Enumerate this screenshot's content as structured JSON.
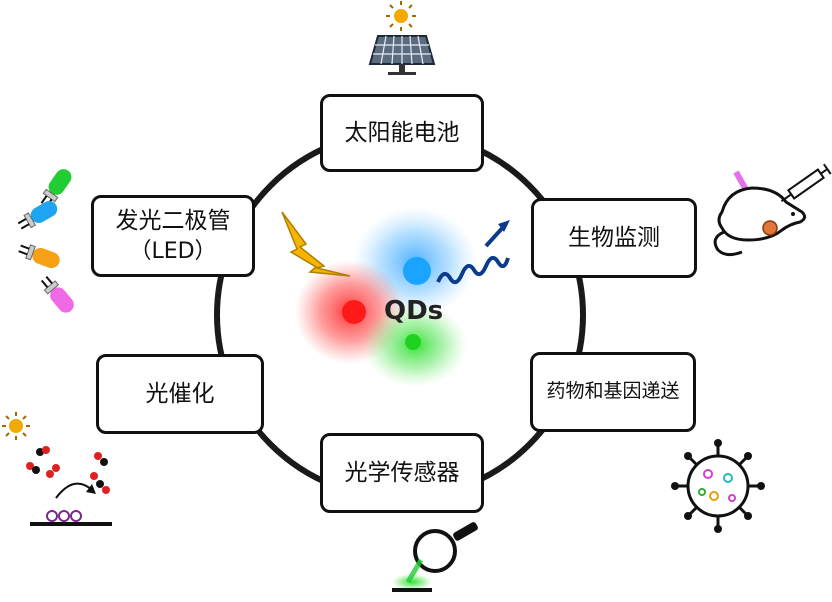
{
  "center": {
    "label": "QDs"
  },
  "applications": [
    {
      "label": "太阳能电池",
      "icon": "solar-panel-icon"
    },
    {
      "label": "生物监测",
      "icon": "mouse-syringe-icon"
    },
    {
      "label": "药物和基因递送",
      "icon": "virus-icon"
    },
    {
      "label": "光学传感器",
      "icon": "magnifier-icon"
    },
    {
      "label": "光催化",
      "icon": "photocatalysis-icon"
    },
    {
      "label": "发光二极管",
      "sublabel": "（LED）",
      "icon": "led-bulbs-icon"
    }
  ],
  "colors": {
    "red_dot": "#ff1a1a",
    "green_dot": "#1fd21f",
    "blue_dot": "#1aa3ff",
    "lightning": "#f5b400",
    "wave": "#0b3b8a",
    "led_green": "#22cc33",
    "led_blue": "#1ea4f0",
    "led_orange": "#f5a015",
    "led_pink": "#f06ae8",
    "laser": "#e040e8"
  }
}
